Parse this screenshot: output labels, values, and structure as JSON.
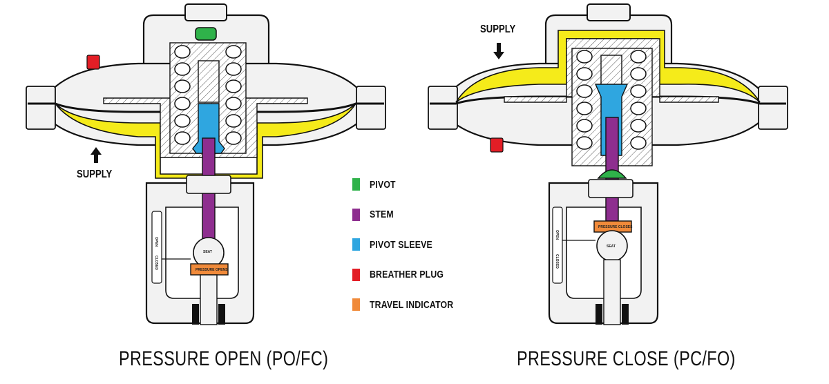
{
  "legend": [
    {
      "label": "PIVOT",
      "color": "#2fb24a",
      "icon": "pivot-swatch"
    },
    {
      "label": "STEM",
      "color": "#8e2e8f",
      "icon": "stem-swatch"
    },
    {
      "label": "PIVOT SLEEVE",
      "color": "#2fa6e0",
      "icon": "pivot-sleeve-swatch"
    },
    {
      "label": "BREATHER PLUG",
      "color": "#e31e26",
      "icon": "breather-plug-swatch"
    },
    {
      "label": "TRAVEL INDICATOR",
      "color": "#f08a3a",
      "icon": "travel-indicator-swatch"
    }
  ],
  "left": {
    "caption": "PRESSURE OPEN (PO/FC)",
    "supply": "SUPPLY",
    "indicator_label": "PRESSURE OPENS",
    "seat_label": "SEAT",
    "scale_open": "OPEN",
    "scale_closed": "CLOSED"
  },
  "right": {
    "caption": "PRESSURE CLOSE (PC/FO)",
    "supply": "SUPPLY",
    "indicator_label": "PRESSURE CLOSES",
    "seat_label": "SEAT",
    "scale_open": "OPEN",
    "scale_closed": "CLOSED"
  },
  "colors": {
    "pressure_fill": "#f5eb1a",
    "body_fill": "#f2f2f2",
    "outline": "#111111"
  }
}
